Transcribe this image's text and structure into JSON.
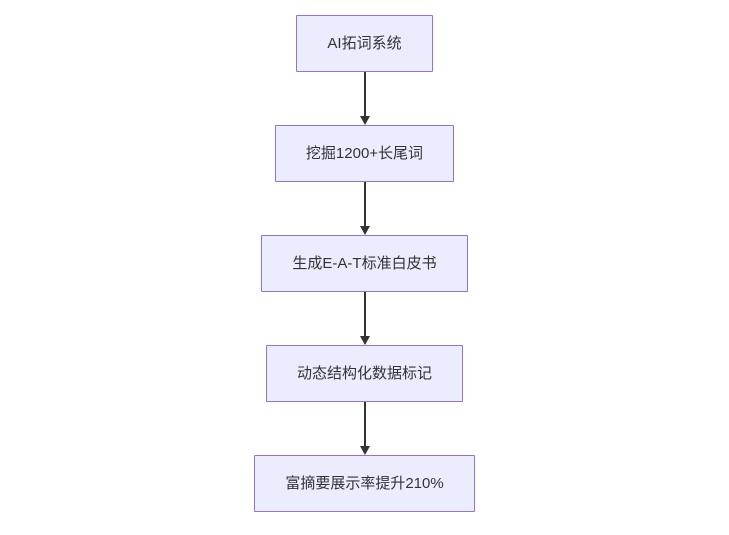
{
  "flowchart": {
    "type": "vertical-flowchart",
    "direction": "top-down",
    "nodes": [
      {
        "id": "A",
        "label": "AI拓词系统"
      },
      {
        "id": "B",
        "label": "挖掘1200+长尾词"
      },
      {
        "id": "C",
        "label": "生成E-A-T标准白皮书"
      },
      {
        "id": "D",
        "label": "动态结构化数据标记"
      },
      {
        "id": "E",
        "label": "富摘要展示率提升210%"
      }
    ],
    "edges": [
      {
        "from": "A",
        "to": "B"
      },
      {
        "from": "B",
        "to": "C"
      },
      {
        "from": "C",
        "to": "D"
      },
      {
        "from": "D",
        "to": "E"
      }
    ],
    "colors": {
      "node_fill": "#ECECFF",
      "node_border": "#9370DB",
      "arrow": "#333333",
      "text": "#333333",
      "background": "#FFFFFF"
    }
  }
}
